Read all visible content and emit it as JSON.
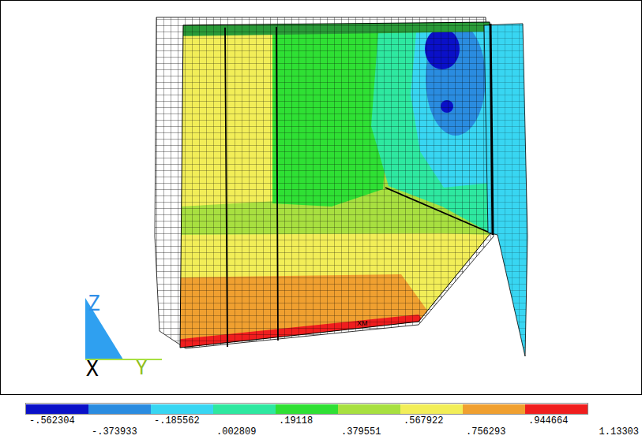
{
  "diagram": {
    "labels": [
      "Z",
      "X",
      "Y",
      "XM",
      "1.13303"
    ],
    "legend": [
      {
        "text": "-.562304",
        "color": "#0a10c8"
      },
      {
        "text": "-.373933",
        "color": "#2a8ce0"
      },
      {
        "text": "-.185562",
        "color": "#38d6f2"
      },
      {
        "text": ".002809",
        "color": "#2ee8a0"
      },
      {
        "text": ".19118",
        "color": "#2fe034"
      },
      {
        "text": ".379551",
        "color": "#a8e040"
      },
      {
        "text": ".567922",
        "color": "#f2ee58"
      },
      {
        "text": ".756293",
        "color": "#f0a030"
      },
      {
        "text": ".944664",
        "color": "#f01e1e"
      }
    ]
  }
}
